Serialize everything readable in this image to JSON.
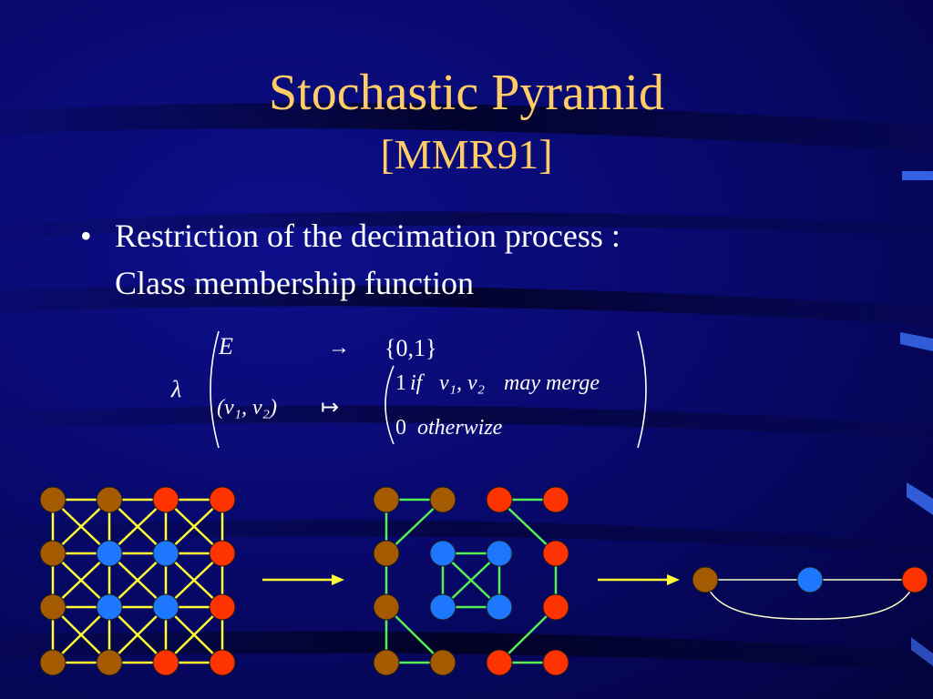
{
  "slide": {
    "title": "Stochastic Pyramid",
    "subtitle": "[MMR91]",
    "bullet_marker": "•",
    "bullet_line1": "Restriction of the decimation process :",
    "bullet_line2": "Class membership function"
  },
  "formula": {
    "lambda": "λ",
    "domain": "E",
    "arrow_to": "→",
    "codomain": "{0,1}",
    "pair": "(v₁, v₂)",
    "arrow_mapsto": "↦",
    "case1_value": "1",
    "case1_if": "if",
    "case1_vars": "v₁, v₂",
    "case1_text": "may merge",
    "case2_value": "0",
    "case2_text": "otherwize"
  },
  "colors": {
    "title": "#ffcc66",
    "text": "#ffffff",
    "node_brown": "#a35a00",
    "node_red": "#ff3300",
    "node_blue": "#1e78ff",
    "edge_yellow": "#ffff33",
    "edge_green": "#55ee55",
    "edge_white": "#ffffcc",
    "arrow": "#ffff33"
  },
  "icons": {
    "arrow": "right-arrow-icon"
  },
  "graphs": [
    {
      "name": "grid-graph",
      "edge_color": "yellow",
      "nodes": [
        [
          "brown",
          "brown",
          "red",
          "red"
        ],
        [
          "brown",
          "blue",
          "blue",
          "red"
        ],
        [
          "brown",
          "blue",
          "blue",
          "red"
        ],
        [
          "brown",
          "brown",
          "red",
          "red"
        ]
      ],
      "edges": "8-connected"
    },
    {
      "name": "decimated-graph",
      "edge_color": "green",
      "nodes": [
        [
          "brown",
          "brown",
          "red",
          "red"
        ],
        [
          "brown",
          "blue",
          "blue",
          "red"
        ],
        [
          "brown",
          "blue",
          "blue",
          "red"
        ],
        [
          "brown",
          "brown",
          "red",
          "red"
        ]
      ],
      "edges": [
        [
          [
            0,
            0
          ],
          [
            0,
            1
          ]
        ],
        [
          [
            0,
            0
          ],
          [
            1,
            0
          ]
        ],
        [
          [
            0,
            1
          ],
          [
            1,
            0
          ]
        ],
        [
          [
            1,
            0
          ],
          [
            2,
            0
          ]
        ],
        [
          [
            2,
            0
          ],
          [
            3,
            0
          ]
        ],
        [
          [
            2,
            0
          ],
          [
            3,
            1
          ]
        ],
        [
          [
            3,
            0
          ],
          [
            3,
            1
          ]
        ],
        [
          [
            0,
            2
          ],
          [
            0,
            3
          ]
        ],
        [
          [
            0,
            2
          ],
          [
            1,
            3
          ]
        ],
        [
          [
            1,
            3
          ],
          [
            2,
            3
          ]
        ],
        [
          [
            2,
            3
          ],
          [
            3,
            2
          ]
        ],
        [
          [
            3,
            2
          ],
          [
            3,
            3
          ]
        ],
        [
          [
            1,
            1
          ],
          [
            1,
            2
          ]
        ],
        [
          [
            1,
            1
          ],
          [
            2,
            1
          ]
        ],
        [
          [
            1,
            2
          ],
          [
            2,
            2
          ]
        ],
        [
          [
            2,
            1
          ],
          [
            2,
            2
          ]
        ],
        [
          [
            1,
            1
          ],
          [
            2,
            2
          ]
        ],
        [
          [
            1,
            2
          ],
          [
            2,
            1
          ]
        ]
      ]
    },
    {
      "name": "region-graph",
      "edge_color": "white",
      "nodes": [
        "brown",
        "blue",
        "red"
      ]
    }
  ]
}
